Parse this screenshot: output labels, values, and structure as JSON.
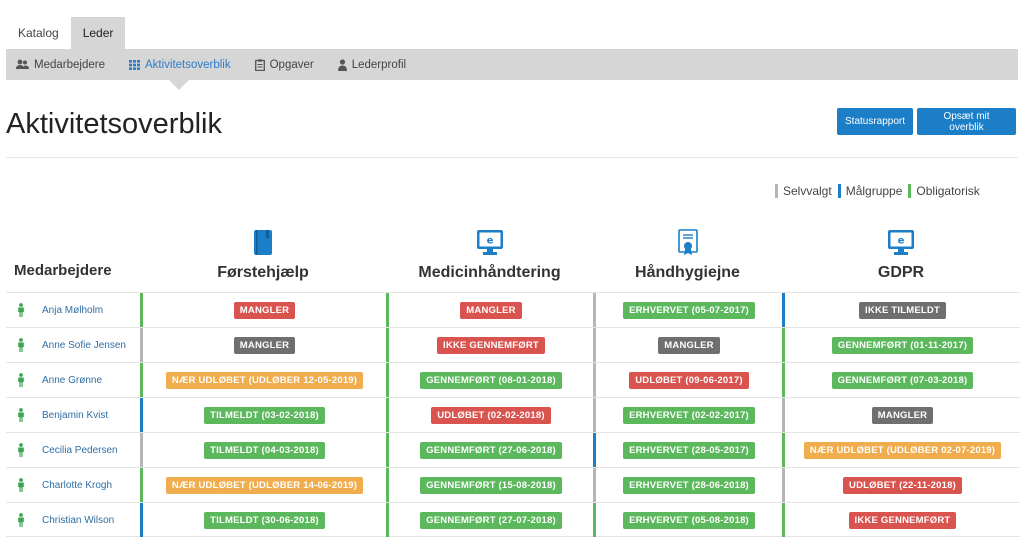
{
  "tabs": [
    {
      "label": "Katalog",
      "active": false
    },
    {
      "label": "Leder",
      "active": true
    }
  ],
  "subnav": [
    {
      "label": "Medarbejdere",
      "icon": "users-icon",
      "active": false
    },
    {
      "label": "Aktivitetsoverblik",
      "icon": "grid-icon",
      "active": true
    },
    {
      "label": "Opgaver",
      "icon": "clipboard-icon",
      "active": false
    },
    {
      "label": "Lederprofil",
      "icon": "person-icon",
      "active": false
    }
  ],
  "page": {
    "title": "Aktivitetsoverblik",
    "status_button": "Statusrapport",
    "setup_button": "Opsæt mit overblik"
  },
  "legend": [
    {
      "label": "Selvvalgt",
      "color": "#b5b5b5"
    },
    {
      "label": "Målgruppe",
      "color": "#1b7ec7"
    },
    {
      "label": "Obligatorisk",
      "color": "#5cb85c"
    }
  ],
  "colors": {
    "red": "#d9534f",
    "gray": "#6f6f6f",
    "green": "#5cb85c",
    "orange": "#f0ad4e",
    "link": "#2e6da4",
    "person": "#3aa650"
  },
  "table": {
    "employee_header": "Medarbejdere",
    "columns": [
      {
        "label": "Førstehjælp",
        "icon": "book-icon"
      },
      {
        "label": "Medicinhåndtering",
        "icon": "monitor-icon"
      },
      {
        "label": "Håndhygiejne",
        "icon": "certificate-icon"
      },
      {
        "label": "GDPR",
        "icon": "monitor-icon"
      }
    ],
    "rows": [
      {
        "name": "Anja Mølholm",
        "cells": [
          {
            "text": "MANGLER",
            "color": "red",
            "bar": "green"
          },
          {
            "text": "MANGLER",
            "color": "red",
            "bar": "green"
          },
          {
            "text": "ERHVERVET (05-07-2017)",
            "color": "green",
            "bar": "gray"
          },
          {
            "text": "IKKE TILMELDT",
            "color": "gray",
            "bar": "blue"
          }
        ]
      },
      {
        "name": "Anne Sofie Jensen",
        "cells": [
          {
            "text": "MANGLER",
            "color": "gray",
            "bar": "gray"
          },
          {
            "text": "IKKE GENNEMFØRT",
            "color": "red",
            "bar": "green"
          },
          {
            "text": "MANGLER",
            "color": "gray",
            "bar": "gray"
          },
          {
            "text": "GENNEMFØRT (01-11-2017)",
            "color": "green",
            "bar": "green"
          }
        ]
      },
      {
        "name": "Anne Grønne",
        "cells": [
          {
            "text": "NÆR UDLØBET (UDLØBER 12-05-2019)",
            "color": "orange",
            "bar": "green"
          },
          {
            "text": "GENNEMFØRT (08-01-2018)",
            "color": "green",
            "bar": "green"
          },
          {
            "text": "UDLØBET (09-06-2017)",
            "color": "red",
            "bar": "gray"
          },
          {
            "text": "GENNEMFØRT (07-03-2018)",
            "color": "green",
            "bar": "green"
          }
        ]
      },
      {
        "name": "Benjamin Kvist",
        "cells": [
          {
            "text": "TILMELDT (03-02-2018)",
            "color": "green",
            "bar": "blue"
          },
          {
            "text": "UDLØBET (02-02-2018)",
            "color": "red",
            "bar": "green"
          },
          {
            "text": "ERHVERVET (02-02-2017)",
            "color": "green",
            "bar": "gray"
          },
          {
            "text": "MANGLER",
            "color": "gray",
            "bar": "gray"
          }
        ]
      },
      {
        "name": "Cecilia Pedersen",
        "cells": [
          {
            "text": "TILMELDT (04-03-2018)",
            "color": "green",
            "bar": "gray"
          },
          {
            "text": "GENNEMFØRT (27-06-2018)",
            "color": "green",
            "bar": "green"
          },
          {
            "text": "ERHVERVET (28-05-2017)",
            "color": "green",
            "bar": "blue"
          },
          {
            "text": "NÆR UDLØBET (UDLØBER 02-07-2019)",
            "color": "orange",
            "bar": "green"
          }
        ]
      },
      {
        "name": "Charlotte Krogh",
        "cells": [
          {
            "text": "NÆR UDLØBET (UDLØBER 14-06-2019)",
            "color": "orange",
            "bar": "green"
          },
          {
            "text": "GENNEMFØRT (15-08-2018)",
            "color": "green",
            "bar": "green"
          },
          {
            "text": "ERHVERVET (28-06-2018)",
            "color": "green",
            "bar": "gray"
          },
          {
            "text": "UDLØBET (22-11-2018)",
            "color": "red",
            "bar": "gray"
          }
        ]
      },
      {
        "name": "Christian Wilson",
        "cells": [
          {
            "text": "TILMELDT (30-06-2018)",
            "color": "green",
            "bar": "blue"
          },
          {
            "text": "GENNEMFØRT (27-07-2018)",
            "color": "green",
            "bar": "green"
          },
          {
            "text": "ERHVERVET (05-08-2018)",
            "color": "green",
            "bar": "green"
          },
          {
            "text": "IKKE GENNEMFØRT",
            "color": "red",
            "bar": "green"
          }
        ]
      }
    ]
  }
}
